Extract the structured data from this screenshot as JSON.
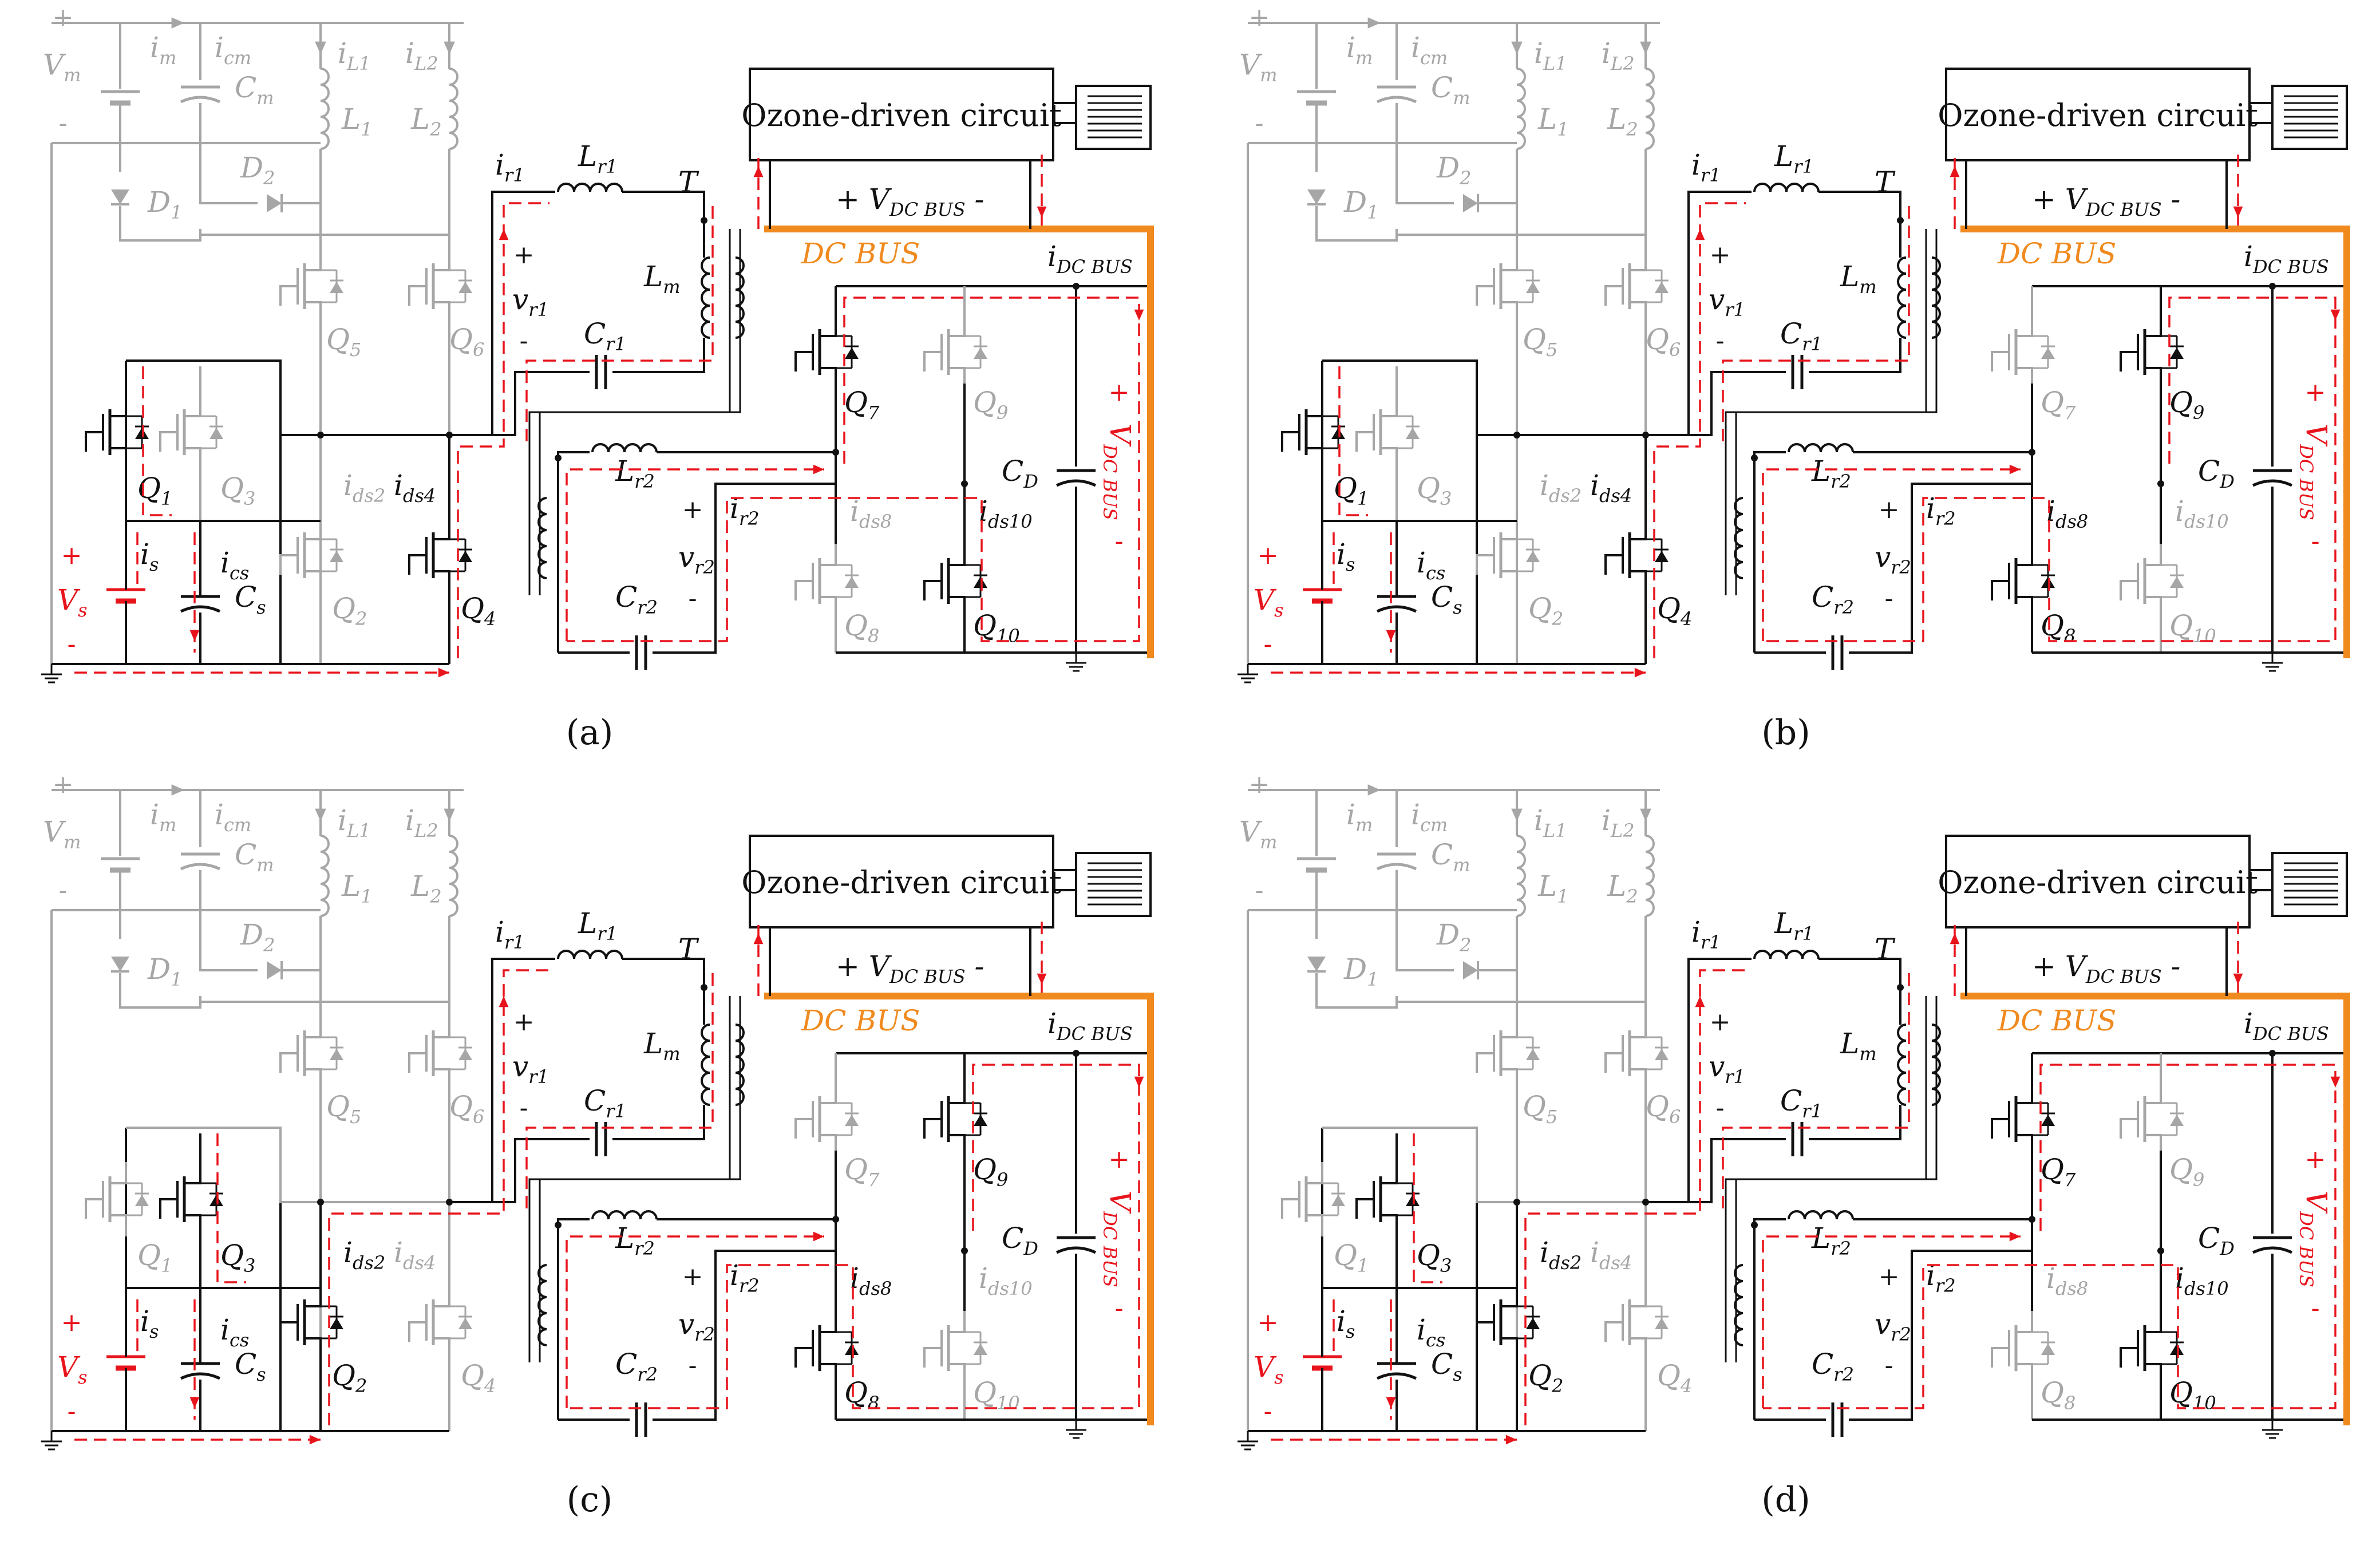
{
  "labels": {
    "vm": "V",
    "vm_sub": "m",
    "im": "i",
    "im_sub": "m",
    "icm": "i",
    "icm_sub": "cm",
    "cm": "C",
    "cm_sub": "m",
    "il1": "i",
    "il1_sub": "L1",
    "il2": "i",
    "il2_sub": "L2",
    "l1": "L",
    "l1_sub": "1",
    "l2": "L",
    "l2_sub": "2",
    "d1": "D",
    "d1_sub": "1",
    "d2": "D",
    "d2_sub": "2",
    "q1": "Q",
    "q1_sub": "1",
    "q2": "Q",
    "q2_sub": "2",
    "q3": "Q",
    "q3_sub": "3",
    "q4": "Q",
    "q4_sub": "4",
    "q5": "Q",
    "q5_sub": "5",
    "q6": "Q",
    "q6_sub": "6",
    "q7": "Q",
    "q7_sub": "7",
    "q8": "Q",
    "q8_sub": "8",
    "q9": "Q",
    "q9_sub": "9",
    "q10": "Q",
    "q10_sub": "10",
    "ir1": "i",
    "ir1_sub": "r1",
    "lr1": "L",
    "lr1_sub": "r1",
    "t": "T",
    "vr1": "v",
    "vr1_sub": "r1",
    "lm": "L",
    "lm_sub": "m",
    "cr1": "C",
    "cr1_sub": "r1",
    "lr2": "L",
    "lr2_sub": "r2",
    "ir2": "i",
    "ir2_sub": "r2",
    "vr2": "v",
    "vr2_sub": "r2",
    "cr2": "C",
    "cr2_sub": "r2",
    "is": "i",
    "is_sub": "s",
    "ics": "i",
    "ics_sub": "cs",
    "cs": "C",
    "cs_sub": "s",
    "vs": "V",
    "vs_sub": "s",
    "ids2": "i",
    "ids2_sub": "ds2",
    "ids4": "i",
    "ids4_sub": "ds4",
    "ids8": "i",
    "ids8_sub": "ds8",
    "ids10": "i",
    "ids10_sub": "ds10",
    "cd": "C",
    "cd_sub": "D",
    "idcbus": "i",
    "idcbus_sub": "DC BUS",
    "vdcbus_top": "+ V",
    "vdcbus_top_sub": "DC BUS",
    "vdcbus_top_end": " -",
    "vdcbus_side": "V",
    "vdcbus_side_sub": "DC BUS",
    "ozone_box": "Ozone-driven circuit",
    "dc_bus": "DC BUS",
    "plus": "+",
    "minus": "-"
  },
  "panels": [
    {
      "label": "(a)",
      "on": [
        "q1",
        "q4",
        "q7",
        "q10"
      ]
    },
    {
      "label": "(b)",
      "on": [
        "q1",
        "q4",
        "q8",
        "q9"
      ]
    },
    {
      "label": "(c)",
      "on": [
        "q2",
        "q3",
        "q8",
        "q9"
      ]
    },
    {
      "label": "(d)",
      "on": [
        "q2",
        "q3",
        "q7",
        "q10"
      ]
    }
  ],
  "colors": {
    "active": "#111111",
    "inactive": "#a6a6a6",
    "current_path": "#e8141c",
    "dc_bus": "#f08a1e",
    "source": "#e8141c"
  }
}
